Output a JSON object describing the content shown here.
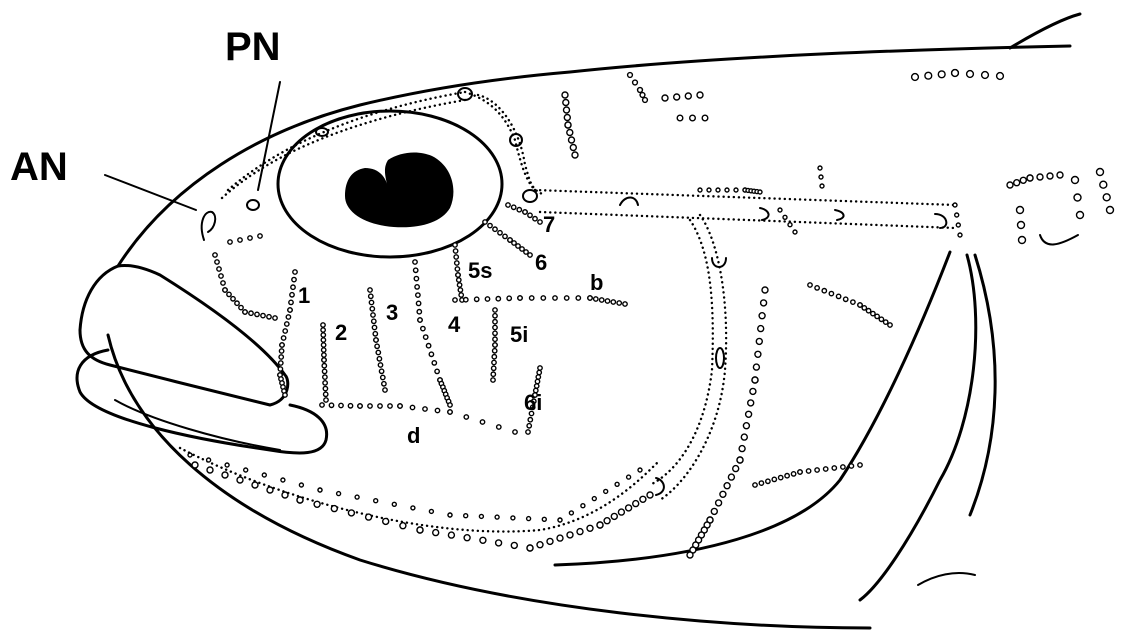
{
  "labels": {
    "AN": "AN",
    "PN": "PN",
    "l1": "1",
    "l2": "2",
    "l3": "3",
    "l4": "4",
    "l5s": "5s",
    "l5i": "5i",
    "l6": "6",
    "l6i": "6i",
    "l7": "7",
    "lb": "b",
    "ld": "d"
  }
}
